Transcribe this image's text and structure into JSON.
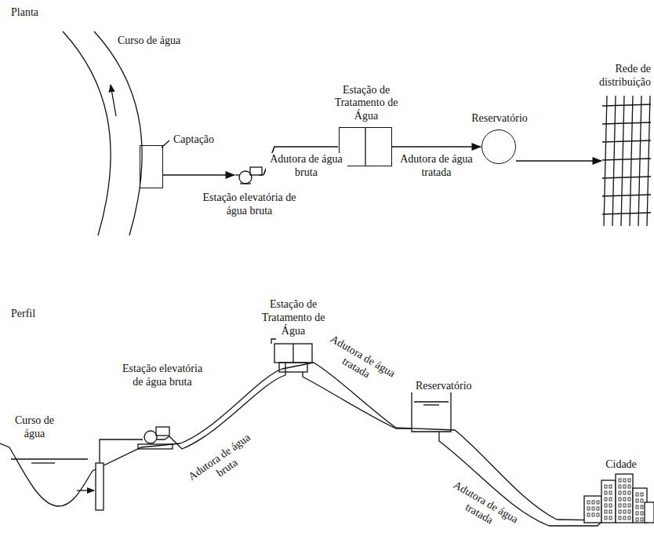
{
  "diagram": {
    "nodes": [
      {
        "text": [
          "Captação"
        ]
      },
      {
        "text": [
          "Estação elevatória de água bruta"
        ]
      },
      {
        "text": [
          "Estação de Tratamento de Água"
        ]
      },
      {
        "text": [
          "Reservatório"
        ]
      },
      {
        "text": [
          "Rede de distribuição"
        ]
      }
    ],
    "edges": [
      {
        "from": 0,
        "to": 1,
        "arrow": "to"
      },
      {
        "from": 1,
        "to": 2,
        "label": "Adutora de água bruta",
        "arrow": "none"
      },
      {
        "from": 2,
        "to": 3,
        "label": "Adutora de água tratada",
        "arrow": "to"
      },
      {
        "from": 3,
        "to": 4,
        "arrow": "to"
      }
    ],
    "labels": [
      "Planta",
      "Curso de água",
      "Perfil",
      "Curso de água",
      "Estação elevatória de água bruta",
      "Estação de Tratamento de Água",
      "Reservatório",
      "Cidade",
      "Adutora de água bruta",
      "Adutora de água tratada",
      "Adutora de água tratada"
    ]
  }
}
